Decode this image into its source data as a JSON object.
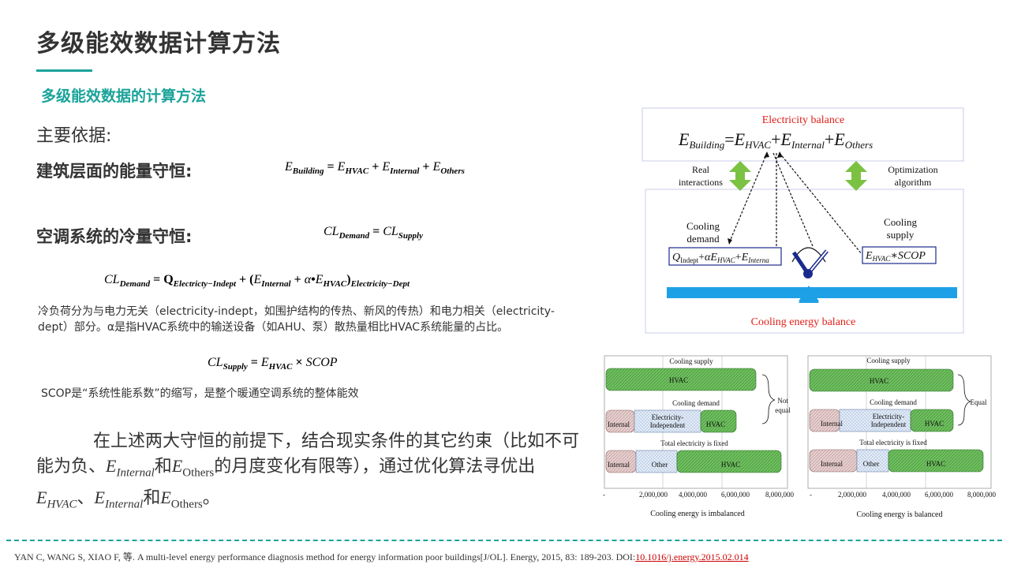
{
  "title": "多级能效数据计算方法",
  "subtitle": "多级能效数据的计算方法",
  "basis_label": "主要依据:",
  "building_heading": "建筑层面的能量守恒:",
  "building_eq": {
    "lhs": "E",
    "lhs_sub": "Building",
    "t1": "E",
    "t1_sub": "HVAC",
    "t2": "E",
    "t2_sub": "Internal",
    "t3": "E",
    "t3_sub": "Others"
  },
  "ac_heading": "空调系统的冷量守恒:",
  "ac_eq": {
    "lhs": "CL",
    "lhs_sub": "Demand",
    "rhs": "CL",
    "rhs_sub": "Supply"
  },
  "demand_eq": {
    "lhs": "CL",
    "lhs_sub": "Demand",
    "q": "Q",
    "q_sub": "Electricty−Indept",
    "e1": "E",
    "e1_sub": "Internal",
    "alpha": "α",
    "dot": "•",
    "e2": "E",
    "e2_sub": "HVAC",
    "tail_sub": "Electricity−Dept"
  },
  "demand_note": "冷负荷分为与电力无关（electricity-indept，如围护结构的传热、新风的传热）和电力相关（electricity-dept）部分。α是指HVAC系统中的输送设备（如AHU、泵）散热量相比HVAC系统能量的占比。",
  "scop_eq": {
    "lhs": "CL",
    "lhs_sub": "Supply",
    "e": "E",
    "e_sub": "HVAC",
    "times": "×",
    "scop": "SCOP"
  },
  "scop_note": "SCOP是“系统性能系数”的缩写，是整个暖通空调系统的整体能效",
  "summary": {
    "p1": "在上述两大守恒的前提下，结合现实条件的其它约束（比如不可能为负、",
    "m1": "E",
    "m1_sub": "Internal",
    "and1": "和",
    "m2": "E",
    "m2_sub": "Others",
    "p2": "的月度变化有限等），通过优化算法寻优出",
    "m3": "E",
    "m3_sub": "HVAC",
    "sep": "、",
    "m4": "E",
    "m4_sub": "Internal",
    "and2": "和",
    "m5": "E",
    "m5_sub": "Others",
    "end": "。"
  },
  "reference": {
    "text": "YAN C, WANG S, XIAO F, 等. A multi-level energy performance diagnosis method for energy information poor buildings[J/OL]. Energy, 2015, 83: 189-203. DOI:",
    "doi": "10.1016/j.energy.2015.02.014"
  },
  "diagram": {
    "electricity_balance": "Electricity balance",
    "eq_lhs": "E",
    "eq_lhs_sub": "Building",
    "eq_t1": "E",
    "eq_t1_sub": "HVAC",
    "eq_t2": "E",
    "eq_t2_sub": "Internal",
    "eq_t3": "E",
    "eq_t3_sub": "Others",
    "real_interactions_1": "Real",
    "real_interactions_2": "interactions",
    "optimization_1": "Optimization",
    "optimization_2": "algorithm",
    "cooling_demand_1": "Cooling",
    "cooling_demand_2": "demand",
    "cooling_supply_1": "Cooling",
    "cooling_supply_2": "supply",
    "left_box_q": "Q",
    "left_box_q_sub": "Indept",
    "left_box_alpha": "α",
    "left_box_e1": "E",
    "left_box_e1_sub": "HVAC",
    "left_box_e2": "E",
    "left_box_e2_sub": "Interna",
    "right_box_e": "E",
    "right_box_e_sub": "HVAC",
    "right_box_scop": "SCOP",
    "cooling_energy_balance": "Cooling energy balance",
    "colors": {
      "red": "#e0201a",
      "green": "#7cc242",
      "blue": "#1ea0e6",
      "navy": "#1a2a8c"
    }
  },
  "bar_charts": [
    {
      "caption": "Cooling energy is imbalanced",
      "group1_label": "Cooling supply",
      "group2_label": "Cooling demand",
      "group3_label": "Total electricity  is fixed",
      "bar_hvac": "HVAC",
      "bar_internal": "Internal",
      "bar_electricity_1": "Electricity-",
      "bar_electricity_2": "Independent",
      "bar_other": "Other",
      "brace_label_1": "Not",
      "brace_label_2": "equal",
      "ticks": [
        "-",
        "2,000,000",
        "4,000,000",
        "6,000,000",
        "8,000,000"
      ]
    },
    {
      "caption": "Cooling energy is balanced",
      "group1_label": "Cooling supply",
      "group2_label": "Cooling demand",
      "group3_label": "Total electricity  is fixed",
      "bar_hvac": "HVAC",
      "bar_internal": "Internal",
      "bar_electricity_1": "Electricity-",
      "bar_electricity_2": "Independent",
      "bar_other": "Other",
      "brace_label_1": "Equal",
      "brace_label_2": "",
      "ticks": [
        "-",
        "2,000,000",
        "4,000,000",
        "6,000,000",
        "8,000,000"
      ]
    }
  ]
}
